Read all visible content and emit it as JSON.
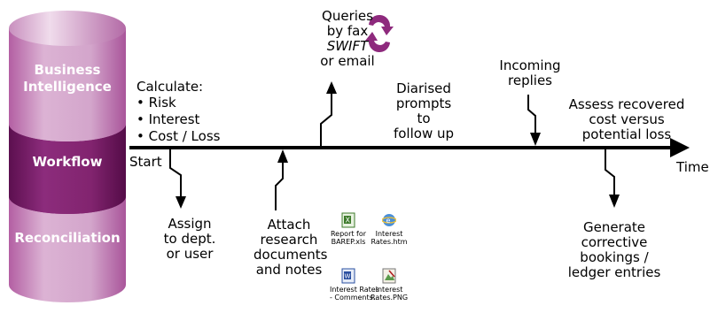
{
  "cylinder": {
    "layers": [
      {
        "label_lines": [
          "Business",
          "Intelligence"
        ]
      },
      {
        "label_lines": [
          "Workflow"
        ]
      },
      {
        "label_lines": [
          "Reconciliation"
        ]
      }
    ]
  },
  "timeline": {
    "start_label": "Start",
    "end_label": "Time"
  },
  "above": {
    "calculate": {
      "title": "Calculate:",
      "items": [
        "Risk",
        "Interest",
        "Cost / Loss"
      ]
    },
    "queries": {
      "lines": [
        "Queries",
        "by fax",
        "SWIFT",
        "or email"
      ]
    },
    "diarised": {
      "lines": [
        "Diarised",
        "prompts",
        "to",
        "follow up"
      ]
    },
    "incoming": {
      "lines": [
        "Incoming",
        "replies"
      ]
    },
    "assess": {
      "lines": [
        "Assess recovered",
        "cost versus",
        "potential loss"
      ]
    }
  },
  "below": {
    "assign": {
      "lines": [
        "Assign",
        "to dept.",
        "or user"
      ]
    },
    "attach": {
      "lines": [
        "Attach",
        "research",
        "documents",
        "and notes"
      ]
    },
    "generate": {
      "lines": [
        "Generate",
        "corrective",
        "bookings /",
        "ledger entries"
      ]
    }
  },
  "files": [
    {
      "name_lines": [
        "Report for",
        "BAREP.xls"
      ],
      "icon": "excel-icon"
    },
    {
      "name_lines": [
        "Interest",
        "Rates.htm"
      ],
      "icon": "html-icon"
    },
    {
      "name_lines": [
        "Interest Rates",
        "- Comments..."
      ],
      "icon": "word-icon"
    },
    {
      "name_lines": [
        "Interest",
        "Rates.PNG"
      ],
      "icon": "image-icon"
    }
  ],
  "colors": {
    "layer_light": "#d8b0d0",
    "layer_mid": "#b0579f",
    "workflow": "#7d1a6b",
    "arrow": "#000000",
    "cycle_arrows": "#8e2a7d"
  }
}
